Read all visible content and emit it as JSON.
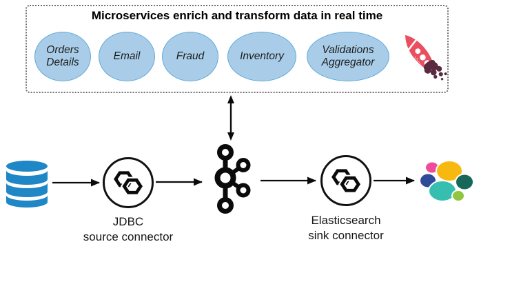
{
  "diagram": {
    "services_box": {
      "title": "Microservices enrich and transform data in real time",
      "services": [
        {
          "label": "Orders\nDetails"
        },
        {
          "label": "Email"
        },
        {
          "label": "Fraud"
        },
        {
          "label": "Inventory"
        },
        {
          "label": "Validations\nAggregator"
        }
      ],
      "rocket_text": "KSQL"
    },
    "pipeline": {
      "source_connector_label": "JDBC\nsource connector",
      "sink_connector_label": "Elasticsearch\nsink connector"
    },
    "icons": {
      "source": "database-icon",
      "broker": "kafka-icon",
      "connector": "kafka-connect-icon",
      "sink": "elasticsearch-logo",
      "rocket": "ksql-rocket-icon"
    },
    "colors": {
      "service_ellipse_fill": "#a9cde8",
      "service_ellipse_border": "#5fa8d8",
      "database_blue": "#1f87c5",
      "rocket_red": "#e94f5f",
      "rocket_flame": "#5a2a40",
      "elastic_pink": "#ee4c9b",
      "elastic_yellow": "#f7b80f",
      "elastic_navy": "#2e4b9b",
      "elastic_teal": "#36bfb1",
      "elastic_dark_green": "#17685a",
      "elastic_light_green": "#8fc63d",
      "line_black": "#0b0b0b"
    }
  }
}
